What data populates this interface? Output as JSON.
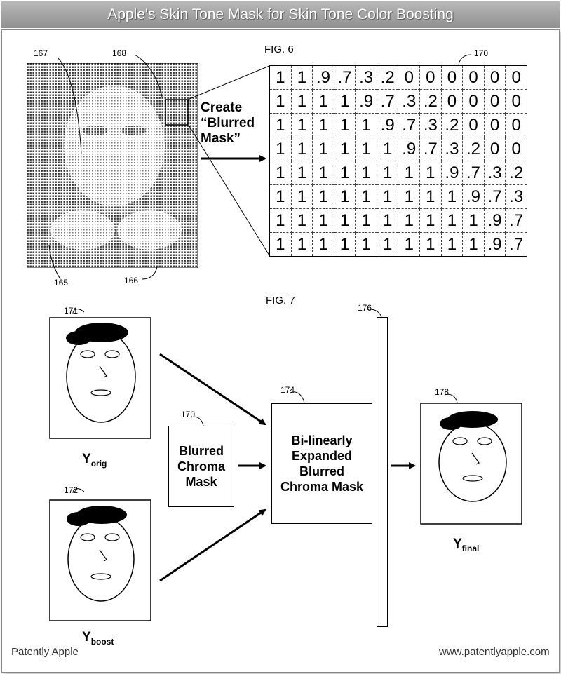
{
  "header": {
    "title": "Apple's Skin Tone Mask for Skin Tone Color Boosting"
  },
  "fig6": {
    "label": "FIG. 6",
    "refs": {
      "r167": "167",
      "r168": "168",
      "r165": "165",
      "r166": "166",
      "r170": "170"
    },
    "arrow_text": [
      "Create",
      "“Blurred",
      "Mask”"
    ],
    "matrix": [
      [
        "1",
        "1",
        ".9",
        ".7",
        ".3",
        ".2",
        "0",
        "0",
        "0",
        "0",
        "0",
        "0"
      ],
      [
        "1",
        "1",
        "1",
        "1",
        ".9",
        ".7",
        ".3",
        ".2",
        "0",
        "0",
        "0",
        "0"
      ],
      [
        "1",
        "1",
        "1",
        "1",
        "1",
        ".9",
        ".7",
        ".3",
        ".2",
        "0",
        "0",
        "0"
      ],
      [
        "1",
        "1",
        "1",
        "1",
        "1",
        "1",
        ".9",
        ".7",
        ".3",
        ".2",
        "0",
        "0"
      ],
      [
        "1",
        "1",
        "1",
        "1",
        "1",
        "1",
        "1",
        "1",
        ".9",
        ".7",
        ".3",
        ".2"
      ],
      [
        "1",
        "1",
        "1",
        "1",
        "1",
        "1",
        "1",
        "1",
        "1",
        ".9",
        ".7",
        ".3"
      ],
      [
        "1",
        "1",
        "1",
        "1",
        "1",
        "1",
        "1",
        "1",
        "1",
        "1",
        ".9",
        ".7"
      ],
      [
        "1",
        "1",
        "1",
        "1",
        "1",
        "1",
        "1",
        "1",
        "1",
        "1",
        ".9",
        ".7"
      ]
    ]
  },
  "fig7": {
    "label": "FIG. 7",
    "refs": {
      "r171": "171",
      "r172": "172",
      "r170": "170",
      "r174": "174",
      "r176": "176",
      "r178": "178"
    },
    "y_orig": {
      "main": "Y",
      "sub": "orig"
    },
    "y_boost": {
      "main": "Y",
      "sub": "boost"
    },
    "y_final": {
      "main": "Y",
      "sub": "final"
    },
    "blurred_box": [
      "Blurred",
      "Chroma",
      "Mask"
    ],
    "expanded_box": [
      "Bi-linearly",
      "Expanded",
      "Blurred",
      "Chroma Mask"
    ]
  },
  "footer": {
    "left": "Patently Apple",
    "right": "www.patentlyapple.com"
  }
}
